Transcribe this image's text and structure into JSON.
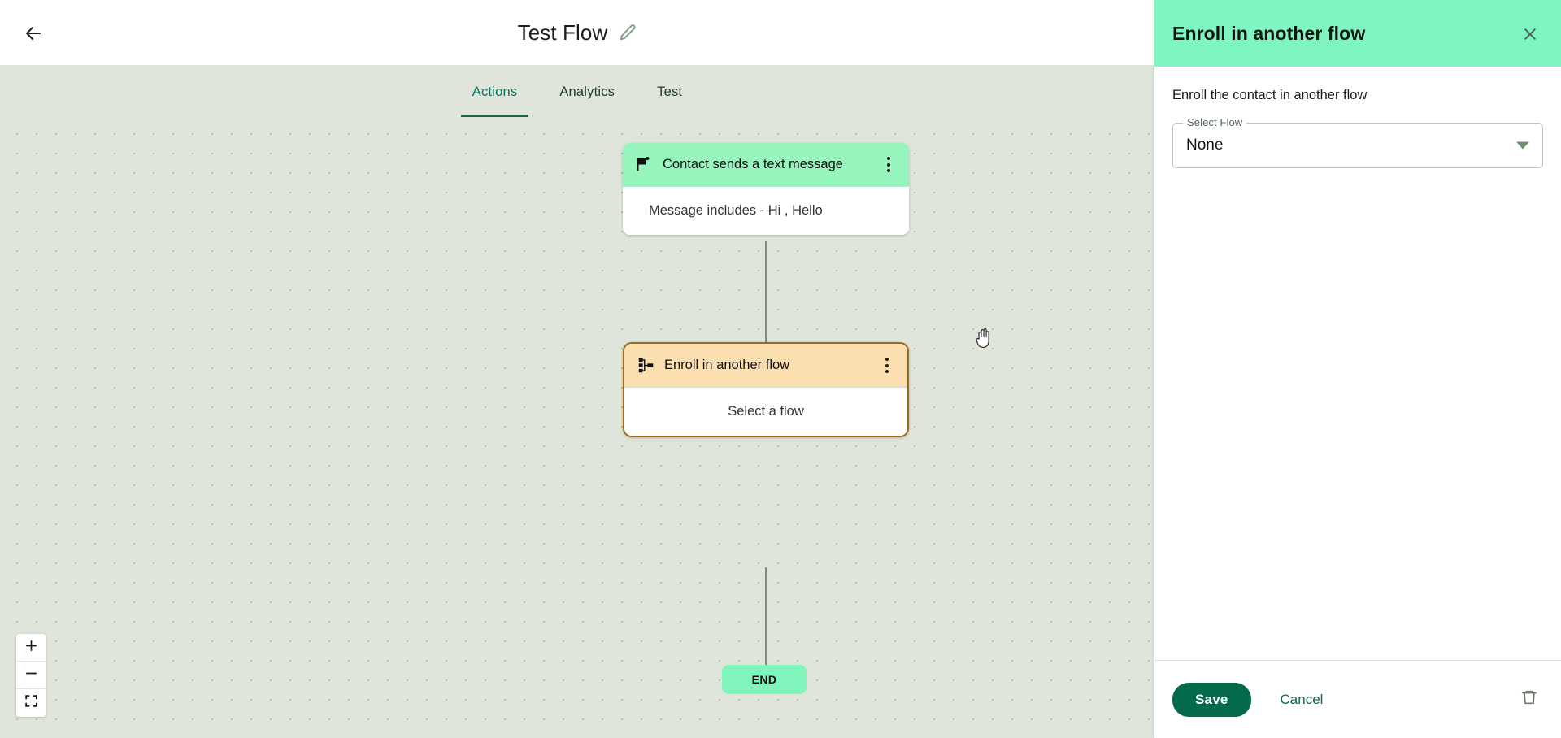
{
  "header": {
    "back_icon": "arrow-left-icon",
    "title": "Test Flow",
    "edit_icon": "pencil-icon"
  },
  "tabs": [
    {
      "label": "Actions",
      "active": true
    },
    {
      "label": "Analytics",
      "active": false
    },
    {
      "label": "Test",
      "active": false
    }
  ],
  "canvas": {
    "cursor": "grab-hand-cursor",
    "add_step_icon": "plus-icon",
    "end_label": "END",
    "zoom_controls": [
      {
        "icon": "zoom-in-icon"
      },
      {
        "icon": "zoom-out-icon"
      },
      {
        "icon": "fit-view-icon"
      }
    ],
    "nodes": [
      {
        "id": "trigger",
        "icon": "flag-icon",
        "title": "Contact sends a text message",
        "body": "Message includes - Hi , Hello",
        "header_color": "#95f5bd",
        "selected": false,
        "menu_icon": "kebab-menu-icon"
      },
      {
        "id": "action",
        "icon": "sitemap-icon",
        "title": "Enroll in another flow",
        "body": "Select a flow",
        "header_color": "#fcdfb1",
        "selected": true,
        "menu_icon": "kebab-menu-icon"
      }
    ]
  },
  "panel": {
    "title": "Enroll in another flow",
    "close_icon": "close-icon",
    "description": "Enroll the contact in another flow",
    "select": {
      "label": "Select Flow",
      "value": "None",
      "arrow_icon": "chevron-down-icon"
    },
    "footer": {
      "save_label": "Save",
      "cancel_label": "Cancel",
      "delete_icon": "trash-icon"
    }
  },
  "colors": {
    "accent_green": "#046a4b",
    "mint": "#7ff5c1",
    "trigger_header": "#95f5bd",
    "action_header": "#fcdfb1",
    "selected_border": "#9c6a17",
    "canvas_bg": "#dfe5db"
  }
}
